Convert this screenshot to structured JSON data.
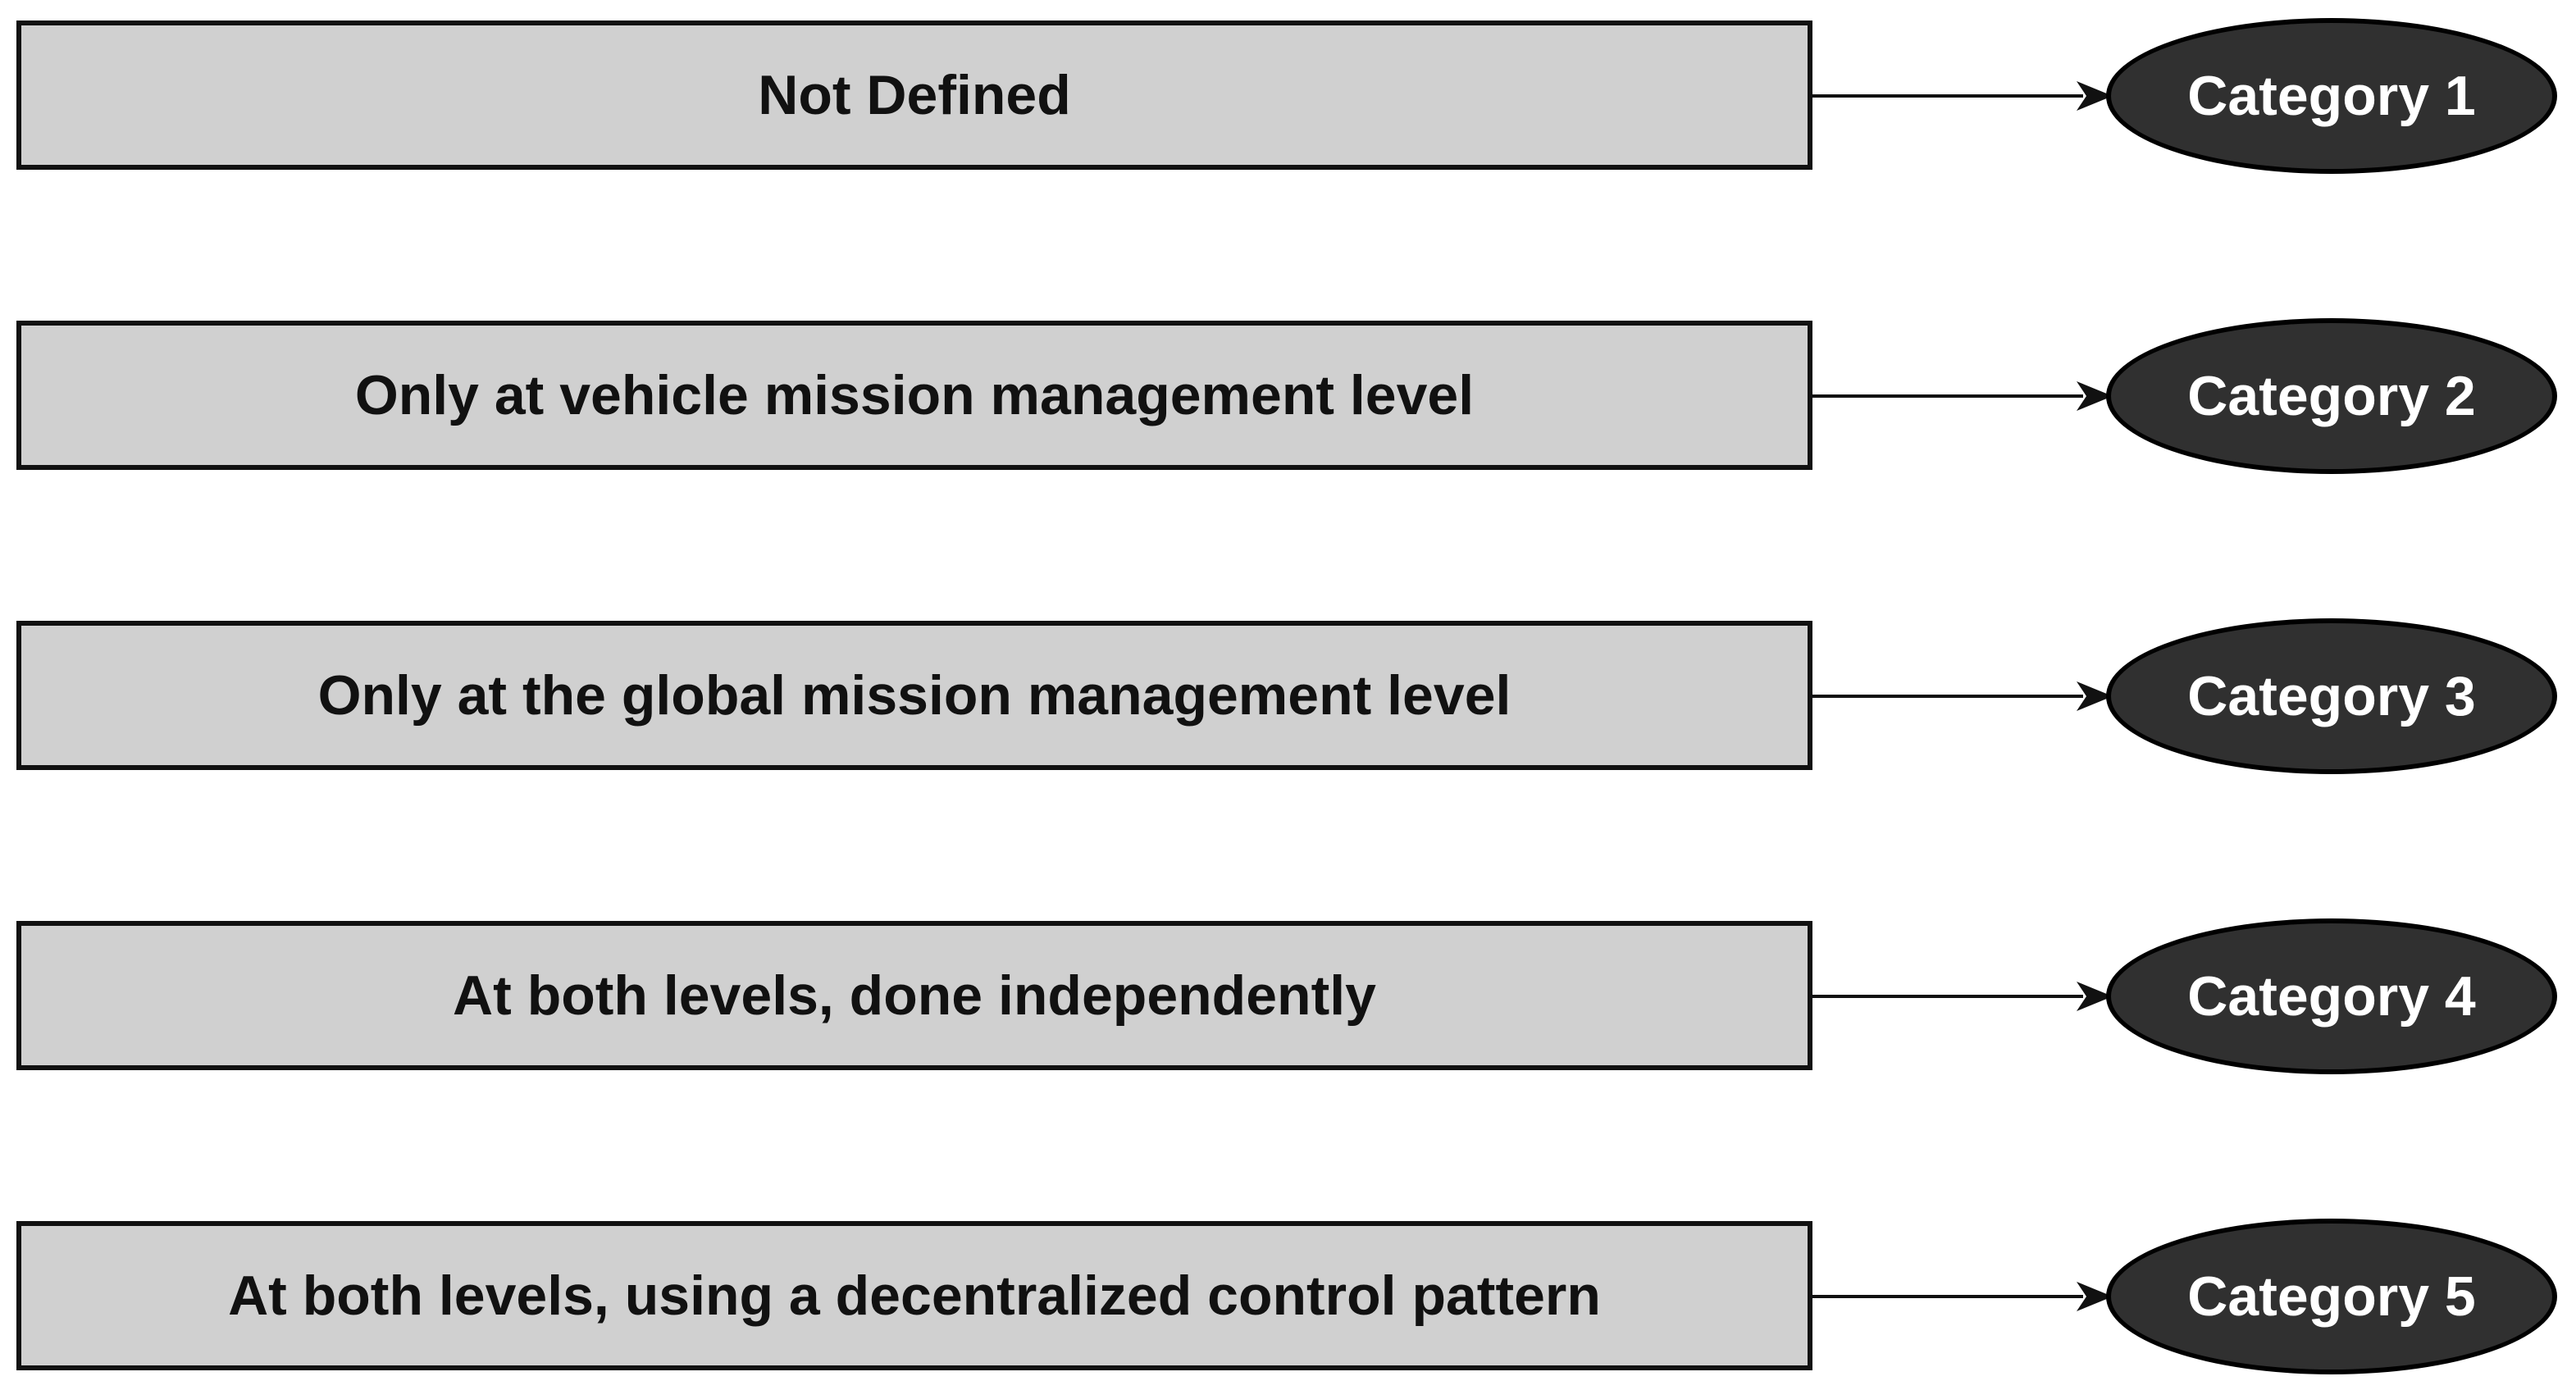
{
  "colors": {
    "box_fill": "#d0d0d0",
    "box_border": "#111111",
    "ellipse_fill": "#303030",
    "ellipse_text": "#ffffff",
    "arrow": "#111111"
  },
  "rows": [
    {
      "condition": "Not Defined",
      "category": "Category 1"
    },
    {
      "condition": "Only at vehicle mission management level",
      "category": "Category 2"
    },
    {
      "condition": "Only at the global mission management level",
      "category": "Category 3"
    },
    {
      "condition": "At both levels, done independently",
      "category": "Category 4"
    },
    {
      "condition": "At both levels, using a decentralized control pattern",
      "category": "Category 5"
    }
  ]
}
